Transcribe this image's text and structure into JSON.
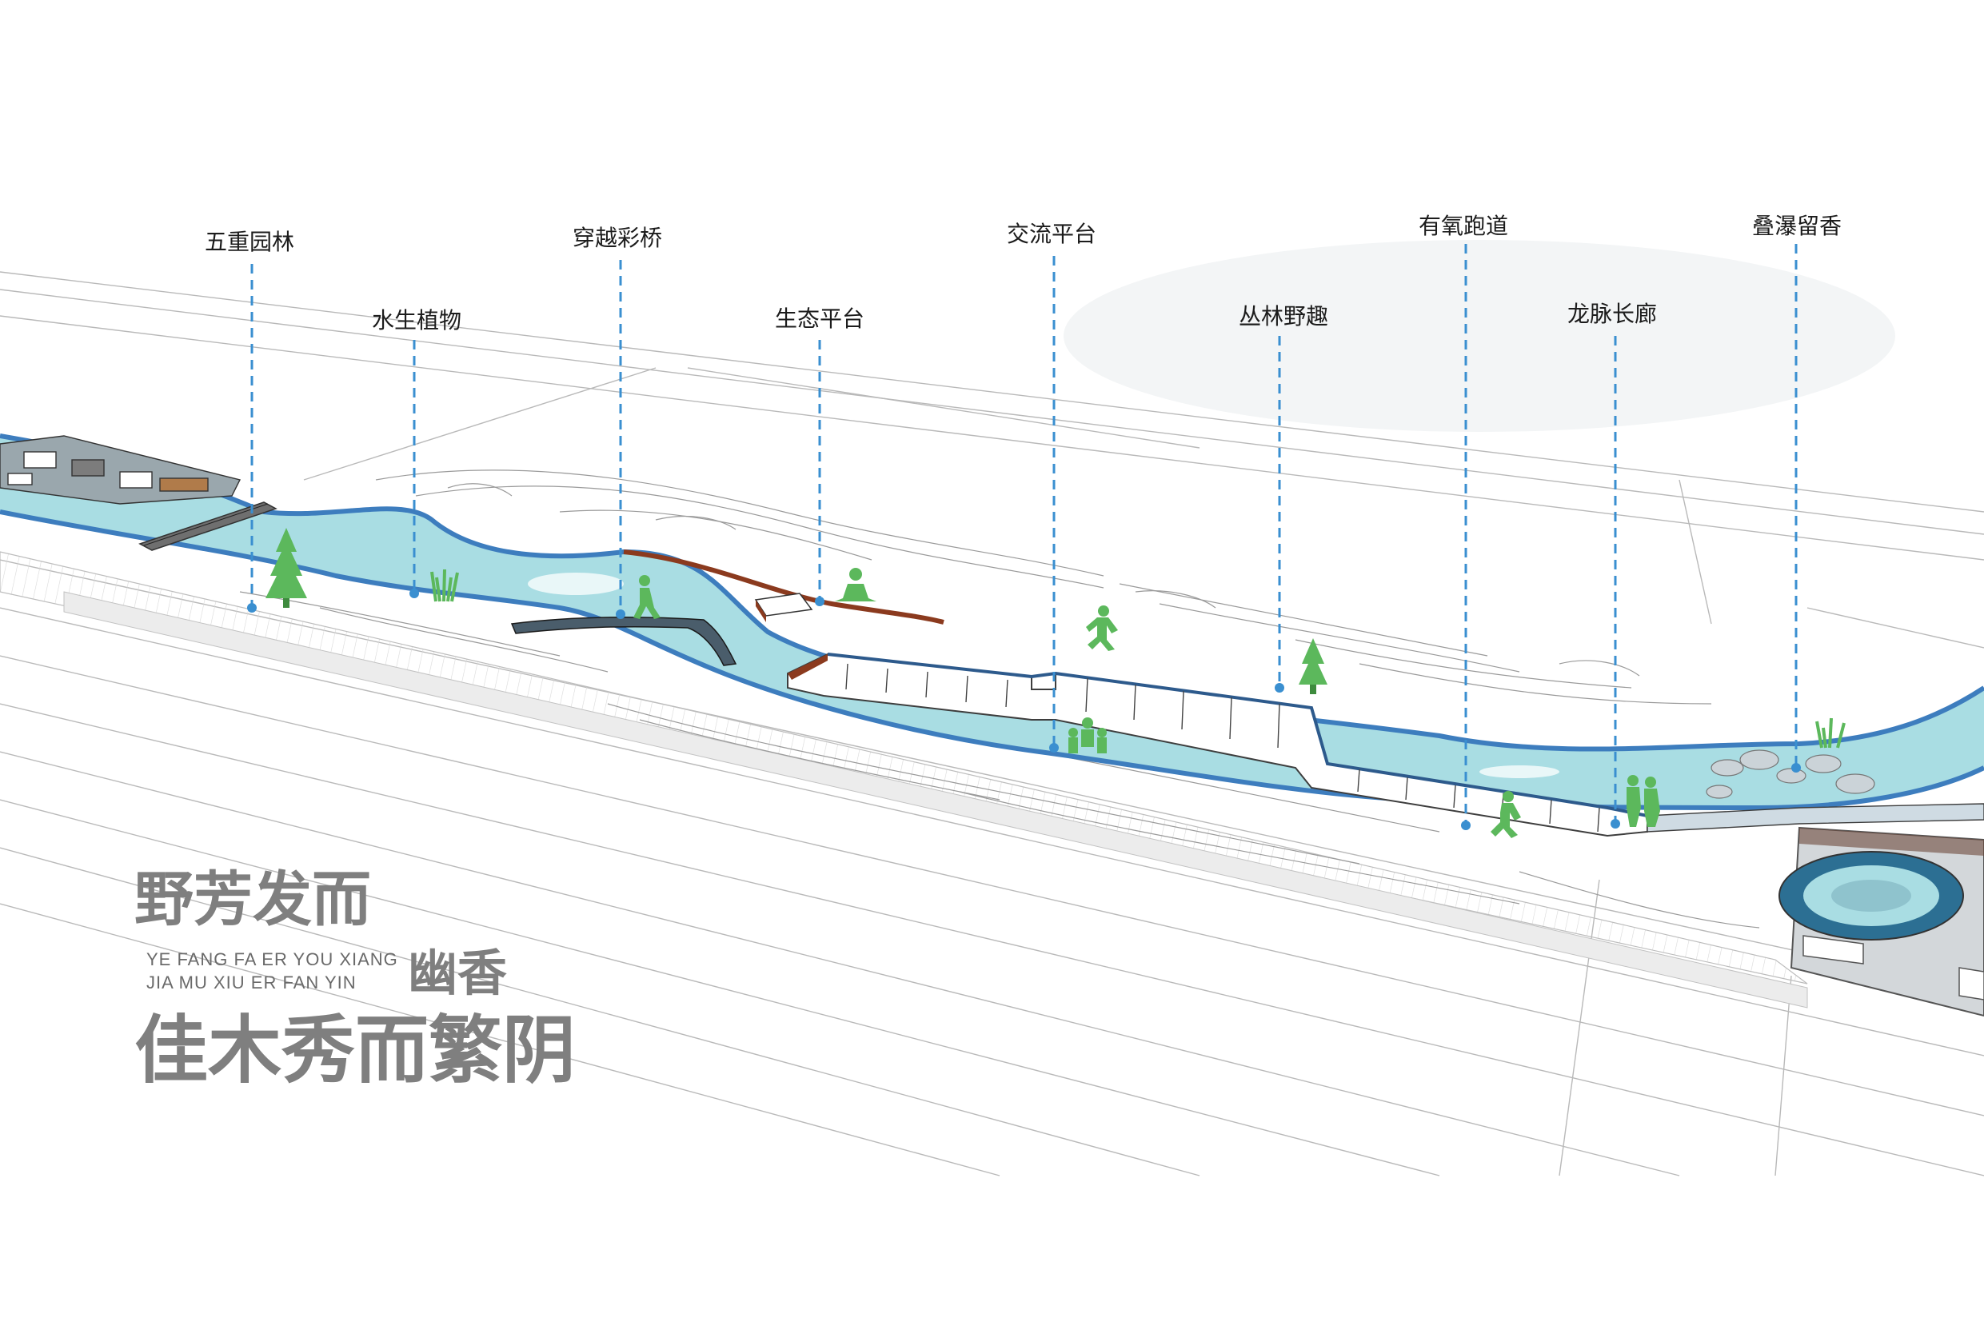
{
  "callouts": [
    {
      "id": "wuzhong",
      "label": "五重园林"
    },
    {
      "id": "shuisheng",
      "label": "水生植物"
    },
    {
      "id": "chuanyue",
      "label": "穿越彩桥"
    },
    {
      "id": "shengtai",
      "label": "生态平台"
    },
    {
      "id": "jiaoliu",
      "label": "交流平台"
    },
    {
      "id": "conglin",
      "label": "丛林野趣"
    },
    {
      "id": "youyang",
      "label": "有氧跑道"
    },
    {
      "id": "longmai",
      "label": "龙脉长廊"
    },
    {
      "id": "diepu",
      "label": "叠瀑留香"
    }
  ],
  "title": {
    "line1": "野芳发而",
    "pinyin1": "YE FANG FA ER YOU XIANG",
    "pinyin2": "JIA MU XIU ER FAN YIN",
    "line1_end": "幽香",
    "line2": "佳木秀而繁阴"
  },
  "colors": {
    "water": "#a9dde3",
    "water_edge": "#3d7dbe",
    "callout_line": "#3a8fd0",
    "tree": "#5cb85c",
    "bridge": "#8b3a1e",
    "title": "#7f7f7f"
  }
}
